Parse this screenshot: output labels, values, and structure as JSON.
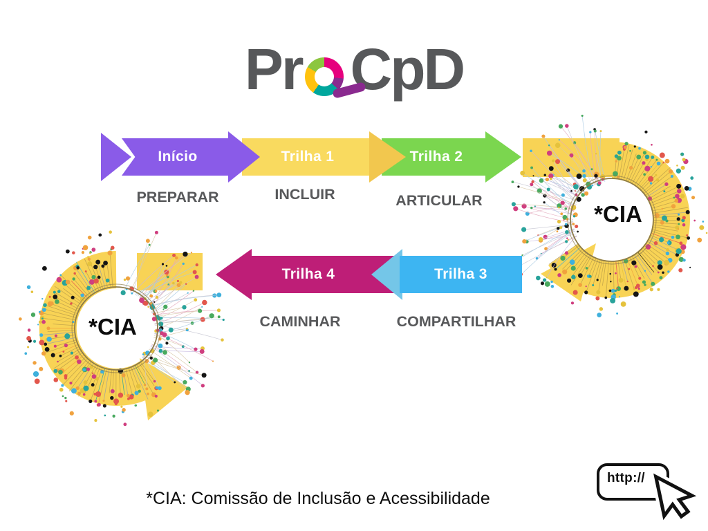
{
  "logo": {
    "left": "Pr",
    "right": "CpD",
    "text_color": "#57585a",
    "ring_colors": {
      "magenta": "#e6007e",
      "purple": "#8a2a8f",
      "teal": "#00a79d",
      "yellow": "#ffc20e",
      "green": "#8cc63f"
    }
  },
  "flow": {
    "row1": [
      {
        "label": "Início",
        "caption": "PREPARAR",
        "color": "#8a5be8"
      },
      {
        "label": "Trilha 1",
        "caption": "INCLUIR",
        "color": "#f9da5f",
        "head_color": "#f2c74e"
      },
      {
        "label": "Trilha 2",
        "caption": "ARTICULAR",
        "color": "#7bd64f"
      }
    ],
    "row2": [
      {
        "label": "Trilha 4",
        "caption": "CAMINHAR",
        "color": "#be1e77"
      },
      {
        "label": "Trilha 3",
        "caption": "COMPARTILHAR",
        "color": "#3db5f2",
        "head_color": "#74c6e8"
      }
    ]
  },
  "cia": {
    "label": "*CIA"
  },
  "footnote": "*CIA: Comissão de Inclusão e Acessibilidade",
  "link_icon": {
    "text": "http://"
  },
  "dendro": {
    "band_color": "#f8d355",
    "ring_color": "#8c7b4a",
    "tick_color": "#bda04b",
    "dot_palette": [
      "#e2574c",
      "#29a39b",
      "#151515",
      "#cf3e7f",
      "#f0a23e",
      "#3fb0dc",
      "#e5c23c",
      "#49a95f"
    ],
    "hair_colors": [
      "#c9c9d4",
      "#e3a8bd",
      "#aacbe3",
      "#d8c9a8",
      "#c7b9e0"
    ]
  }
}
